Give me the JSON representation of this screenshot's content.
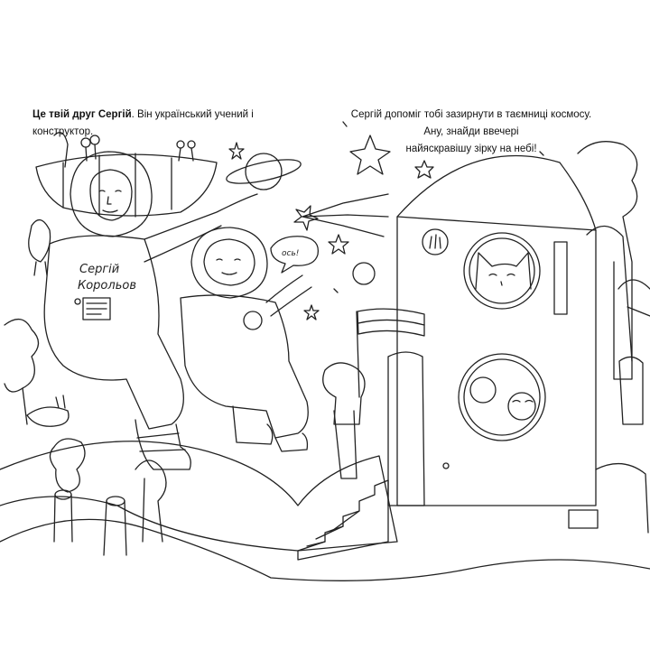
{
  "left_caption": {
    "part1": "Це твій друг ",
    "name": "Сергій",
    "part2": ". Він український учений і конструктор."
  },
  "right_caption": {
    "line1": "Сергій допоміг тобі зазирнути в таємниці космосу.",
    "line2": "Ану, знайди ввечері",
    "line3": "найяскравішу зірку на небі!"
  },
  "name_tag": {
    "line1": "Сергій",
    "line2": "Корольов"
  },
  "speech_bubble": "ось!",
  "stroke_color": "#222222",
  "background_color": "#ffffff"
}
